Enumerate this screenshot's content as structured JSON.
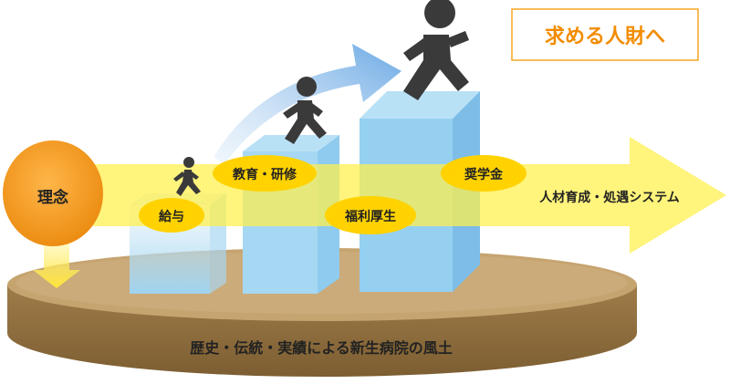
{
  "title_box": {
    "text": "求める人財へ"
  },
  "philosophy": {
    "text": "理念"
  },
  "arrow": {
    "text": "人材育成・処遇システム"
  },
  "steps": {
    "salary": "給与",
    "education": "教育・研修",
    "welfare": "福利厚生",
    "scholarship": "奨学金"
  },
  "foundation": {
    "text": "歴史・伝統・実績による新生病院の風土"
  },
  "colors": {
    "title_border": "#f5a623",
    "title_text": "#f28c00",
    "philosophy": "#f39a1e",
    "arrow": "#fff04a",
    "label_ellipse": "#ffd200",
    "pillar": "#7fc5ec",
    "pillar_overlap": "#8ab83a",
    "platform_top": "#c4a272",
    "platform_side": "#8a6a3c",
    "figure": "#3a3a3a"
  }
}
